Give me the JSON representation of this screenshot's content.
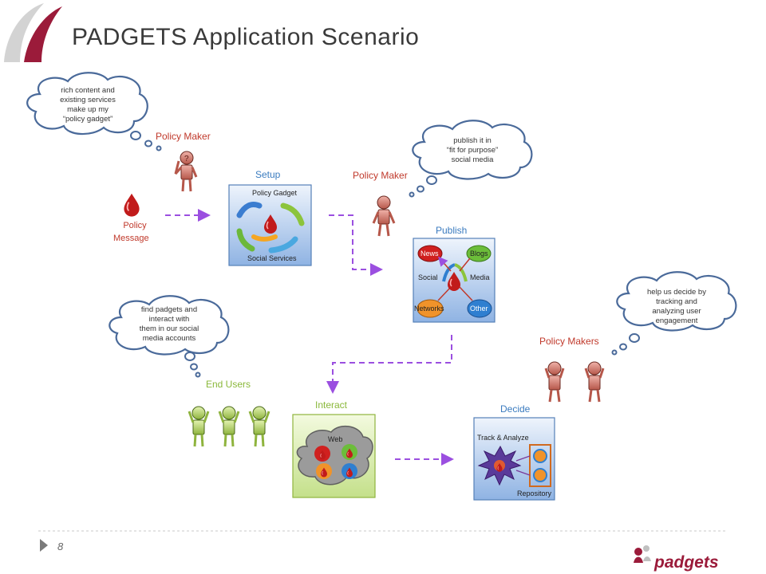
{
  "slide": {
    "title": "PADGETS Application Scenario",
    "page_number": "8",
    "logo_text": "padgets"
  },
  "nodes": {
    "policy_message": {
      "line1": "Policy",
      "line2": "Message"
    },
    "setup": {
      "label": "Setup",
      "top": "Policy Gadget",
      "bottom": "Social Services"
    },
    "publish": {
      "label": "Publish",
      "news": "News",
      "blogs": "Blogs",
      "social": "Social",
      "media": "Media",
      "networks": "Networks",
      "other": "Other"
    },
    "interact": {
      "label": "Interact",
      "web": "Web"
    },
    "decide": {
      "label": "Decide",
      "track": "Track & Analyze",
      "repository": "Repository"
    }
  },
  "actors": {
    "policy_maker_1": "Policy Maker",
    "policy_maker_2": "Policy Maker",
    "policy_makers": "Policy Makers",
    "end_users": "End Users"
  },
  "clouds": {
    "cloud1": [
      "rich content and",
      "existing services",
      "make up my",
      "“policy gadget”"
    ],
    "cloud2": [
      "publish it in",
      "“fit for purpose”",
      "social media"
    ],
    "cloud3": [
      "find padgets and",
      "interact with",
      "them in our social",
      "media accounts"
    ],
    "cloud4": [
      "help us decide by",
      "tracking and",
      "analyzing  user",
      "engagement"
    ]
  },
  "colors": {
    "accent_red": "#c0392b",
    "accent_blue": "#3a7bbf",
    "accent_green": "#8ab83a",
    "arrow_purple": "#9b4fe0",
    "brand": "#9b1b3a"
  }
}
